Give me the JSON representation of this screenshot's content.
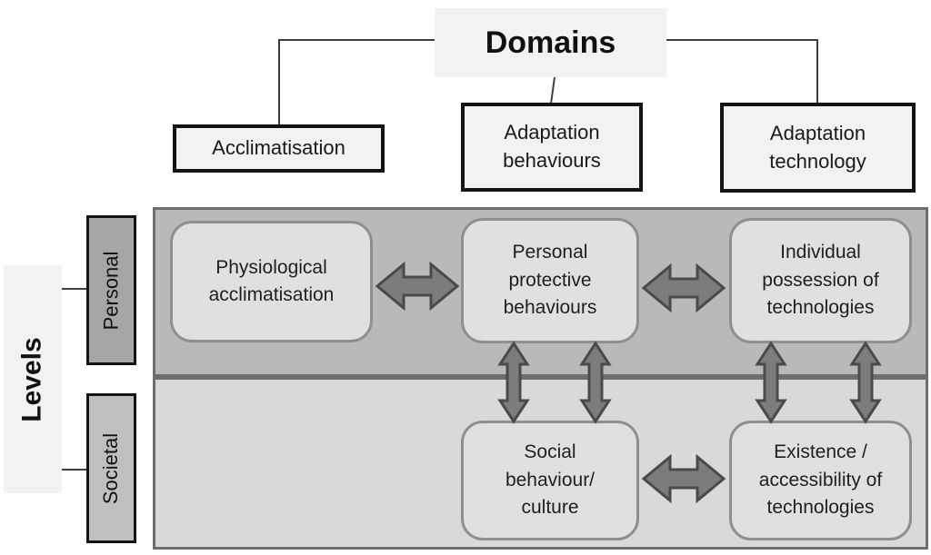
{
  "figure": {
    "type": "diagram",
    "description": "Two-axis framework: adaptation Domains (columns) by Levels (rows) with bidirectional arrows between concept nodes"
  },
  "domains": {
    "title": "Domains",
    "items": {
      "acclimatisation": "Acclimatisation",
      "behaviours": "Adaptation behaviours",
      "technology": "Adaptation technology"
    }
  },
  "levels": {
    "title": "Levels",
    "items": {
      "personal": "Personal",
      "societal": "Societal"
    }
  },
  "nodes": {
    "physiological": "Physiological acclimatisation",
    "protective": "Personal protective behaviours",
    "possession": "Individual possession of technologies",
    "social": "Social behaviour/ culture",
    "existence": "Existence / accessibility of technologies"
  },
  "relations": [
    {
      "from": "Physiological acclimatisation",
      "to": "Personal protective behaviours",
      "type": "bidirectional",
      "arrows": 1
    },
    {
      "from": "Personal protective behaviours",
      "to": "Individual possession of technologies",
      "type": "bidirectional",
      "arrows": 1
    },
    {
      "from": "Social behaviour/ culture",
      "to": "Existence / accessibility of technologies",
      "type": "bidirectional",
      "arrows": 1
    },
    {
      "from": "Personal protective behaviours",
      "to": "Social behaviour/ culture",
      "type": "bidirectional",
      "arrows": 2
    },
    {
      "from": "Individual possession of technologies",
      "to": "Existence / accessibility of technologies",
      "type": "bidirectional",
      "arrows": 2
    }
  ],
  "colors": {
    "page_bg": "#ffffff",
    "band_personal_fill": "#b9b9b9",
    "band_societal_fill": "#d9d9d9",
    "band_border": "#6e6e6e",
    "node_fill": "#e0e0e0",
    "node_border": "#8f8f8f",
    "domain_box_fill": "#f2f2f2",
    "domain_box_border": "#141414",
    "personal_label_fill": "#a6a6a6",
    "societal_label_fill": "#bfbfbf",
    "arrow_fill": "#7c7c7c",
    "arrow_stroke": "#4a4a4a",
    "connector_line": "#3f3f3f"
  }
}
